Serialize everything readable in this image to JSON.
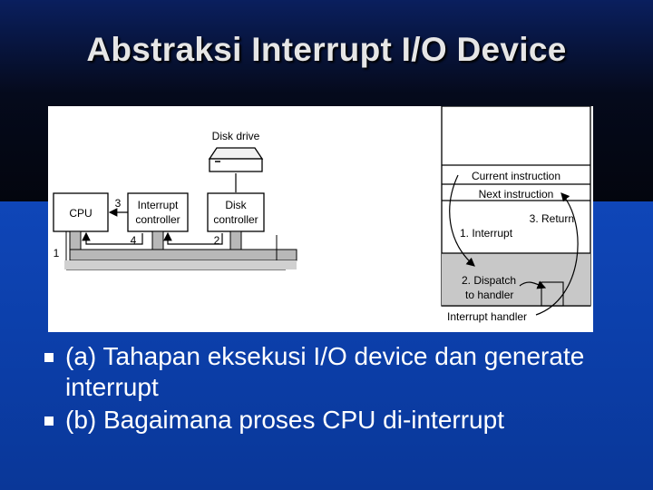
{
  "slide": {
    "title": "Abstraksi Interrupt I/O Device",
    "bullets": [
      "(a) Tahapan eksekusi I/O device dan generate interrupt",
      "(b) Bagaimana proses CPU di-interrupt"
    ]
  },
  "figure": {
    "diagram_a": {
      "disk_drive": "Disk drive",
      "cpu": "CPU",
      "interrupt_controller": [
        "Interrupt",
        "controller"
      ],
      "disk_controller": [
        "Disk",
        "controller"
      ],
      "step_1": "1",
      "step_2": "2",
      "step_3": "3",
      "step_4": "4"
    },
    "diagram_b": {
      "current_instruction": "Current instruction",
      "next_instruction": "Next instruction",
      "return": "3. Return",
      "interrupt": "1. Interrupt",
      "dispatch": [
        "2. Dispatch",
        "to handler"
      ],
      "interrupt_handler": "Interrupt handler"
    }
  }
}
